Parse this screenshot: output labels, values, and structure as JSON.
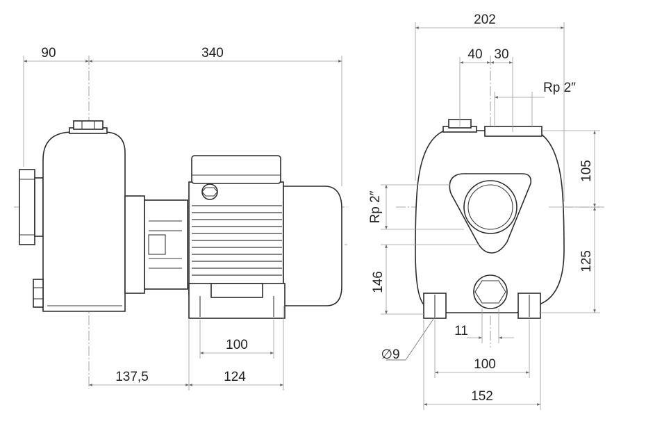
{
  "side_view": {
    "dim_top_left": "90",
    "dim_top_overall": "340",
    "dim_base_inner": "100",
    "dim_bottom_left": "137,5",
    "dim_bottom_right": "124"
  },
  "front_view": {
    "dim_width_overall": "202",
    "dim_outlet_left": "40",
    "dim_outlet_right": "30",
    "outlet_thread": "Rp 2″",
    "inlet_thread": "Rp 2″",
    "dim_top_height": "105",
    "dim_bottom_height": "125",
    "dim_inlet_height": "146",
    "dim_drain": "11",
    "dim_hole_diameter": "∅9",
    "dim_feet_inner": "100",
    "dim_feet_outer": "152"
  }
}
